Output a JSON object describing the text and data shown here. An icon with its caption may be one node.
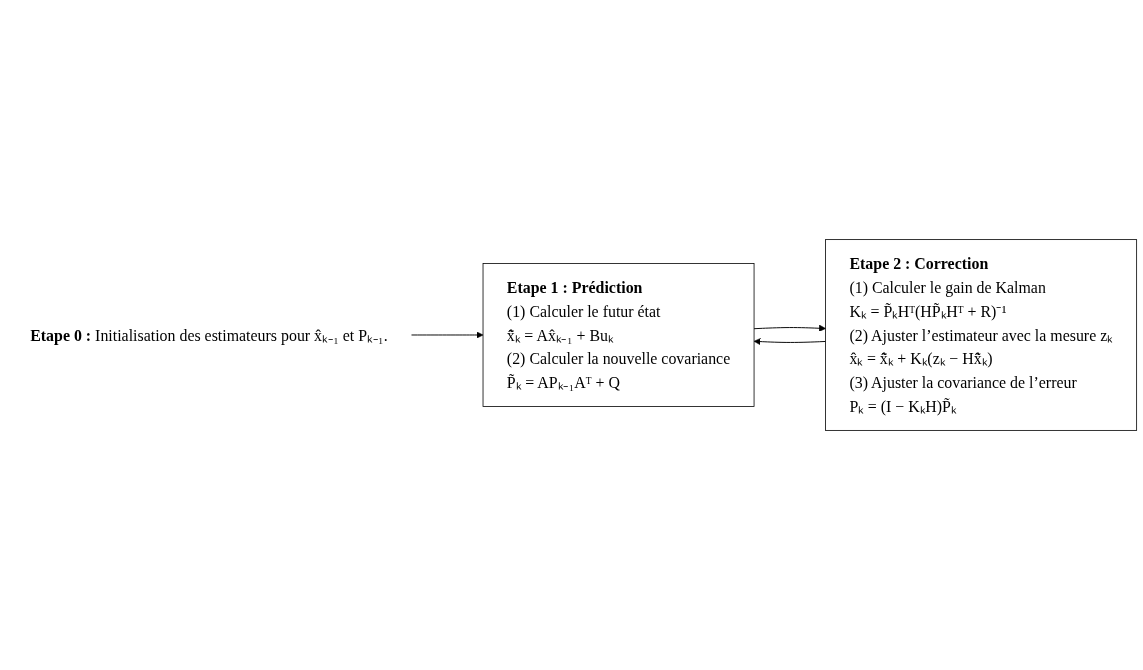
{
  "diagram": {
    "nodes": [
      {
        "text": [
          "Etape 1 : Prédiction",
          "(1) Calculer le futur état",
          "x̂̃ₖ = Ax̂ₖ₋₁ + Buₖ",
          "(2) Calculer la nouvelle covariance",
          "P̃ₖ = APₖ₋₁Aᵀ + Q"
        ]
      },
      {
        "text": [
          "Etape 2 : Correction",
          "(1) Calculer le gain de Kalman",
          "Kₖ = P̃ₖHᵀ(HP̃ₖHᵀ + R)⁻¹",
          "(2) Ajuster l’estimateur avec la mesure zₖ",
          "x̂ₖ = x̂̃ₖ + Kₖ(zₖ − Hx̂̃ₖ)",
          "(3) Ajuster la covariance de l’erreur",
          "Pₖ = (I − KₖH)P̃ₖ"
        ]
      },
      {
        "text": [
          "**Etape 0 :** Initialisation des estimateurs pour x̂ₖ₋₁ et Pₖ₋₁."
        ]
      }
    ],
    "edges": [
      {
        "from": 0,
        "to": 1,
        "arrow": "to"
      },
      {
        "from": 1,
        "to": 0,
        "arrow": "to"
      },
      {
        "from": 2,
        "to": 0,
        "arrow": "to"
      }
    ]
  }
}
